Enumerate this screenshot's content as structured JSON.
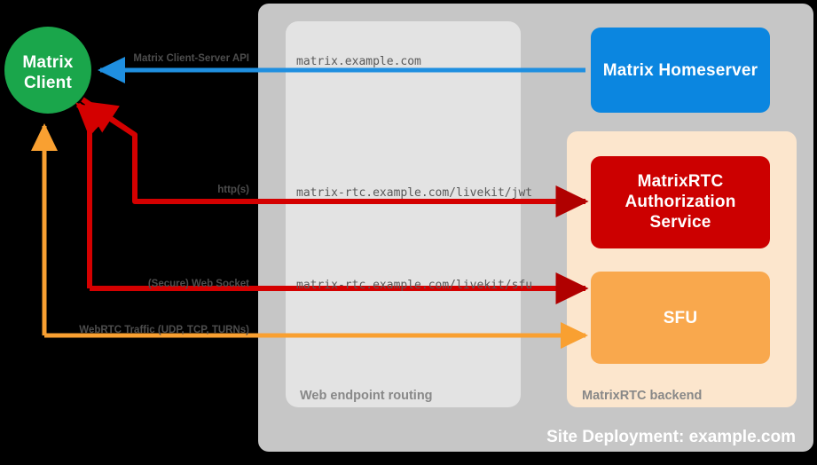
{
  "diagram": {
    "title": "Site Deployment: example.com",
    "background_color": "#000000"
  },
  "nodes": {
    "client": {
      "name": "Matrix Client",
      "line1": "Matrix",
      "line2": "Client",
      "shape": "circle",
      "color": "#1aa64b"
    },
    "homeserver": {
      "label": "Matrix Homeserver",
      "shape": "rounded-rect",
      "color": "#0b86e0"
    },
    "auth_service": {
      "line1": "MatrixRTC",
      "line2": "Authorization",
      "line3": "Service",
      "shape": "rounded-rect",
      "color": "#cc0000"
    },
    "sfu": {
      "label": "SFU",
      "shape": "rounded-rect",
      "color": "#f9a84d"
    }
  },
  "groups": {
    "outer": {
      "label": "Site Deployment: example.com",
      "color": "#c6c6c6"
    },
    "web_routing": {
      "label": "Web endpoint routing",
      "color": "#e3e3e3"
    },
    "rtc_backend": {
      "label": "MatrixRTC backend",
      "color": "#fce6cd"
    }
  },
  "edges": [
    {
      "id": "cs-api",
      "label": "Matrix Client-Server API",
      "endpoint": "matrix.example.com",
      "color": "#1f8fe0",
      "from": "Matrix Homeserver",
      "to": "Matrix Client",
      "direction": "bidirectional"
    },
    {
      "id": "jwt",
      "label": "http(s)",
      "endpoint": "matrix-rtc.example.com/livekit/jwt",
      "color": "#d40000",
      "from": "Matrix Client",
      "to": "MatrixRTC Authorization Service",
      "direction": "bidirectional"
    },
    {
      "id": "websocket",
      "label": "(Secure) Web Socket",
      "endpoint": "matrix-rtc.example.com/livekit/sfu",
      "color": "#d40000",
      "from": "Matrix Client",
      "to": "SFU",
      "direction": "bidirectional"
    },
    {
      "id": "webrtc",
      "label": "WebRTC Traffic (UDP, TCP, TURNs)",
      "endpoint": "",
      "color": "#f9a031",
      "from": "Matrix Client",
      "to": "SFU",
      "direction": "bidirectional"
    }
  ]
}
